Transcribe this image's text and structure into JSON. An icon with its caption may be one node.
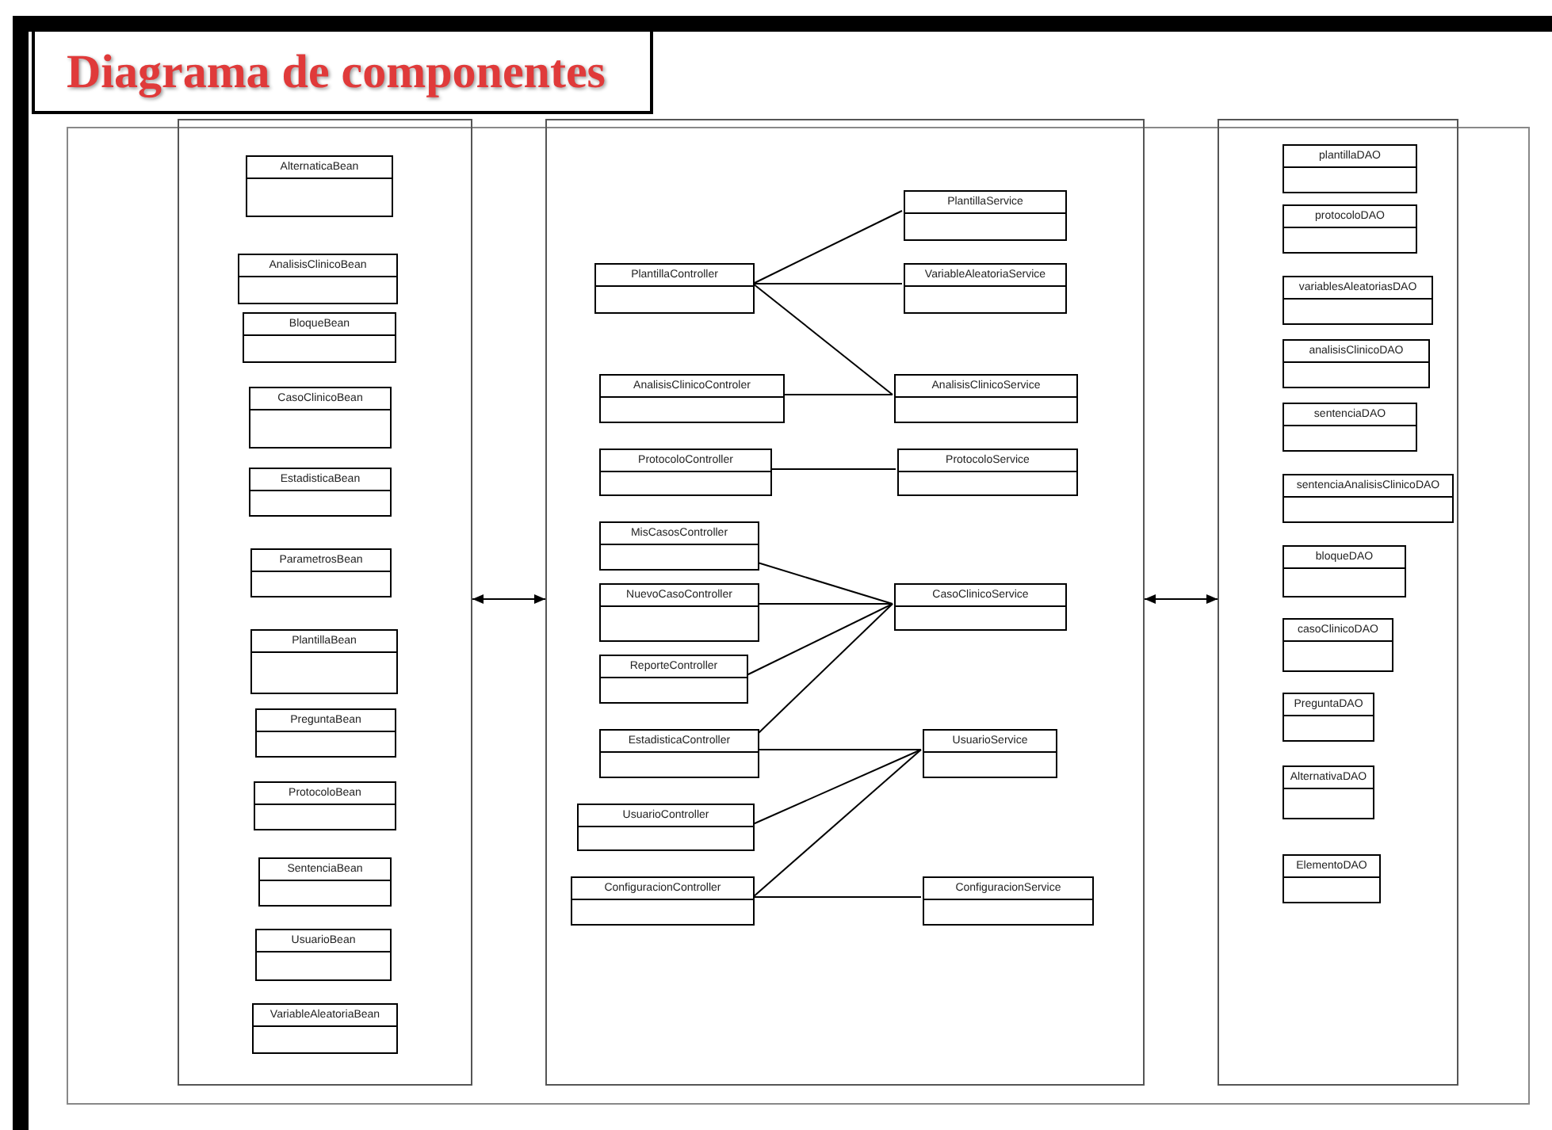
{
  "diagram": {
    "title": "Diagrama de componentes",
    "nodes": [
      {
        "text": [],
        "shape": "box"
      },
      {
        "text": [],
        "shape": "box"
      },
      {
        "text": [],
        "shape": "box"
      },
      {
        "text": [
          "AlternaticaBean"
        ],
        "in": 0
      },
      {
        "text": [
          "AnalisisClinicoBean"
        ],
        "in": 0
      },
      {
        "text": [
          "BloqueBean"
        ],
        "in": 0
      },
      {
        "text": [
          "CasoClinicoBean"
        ],
        "in": 0
      },
      {
        "text": [
          "EstadisticaBean"
        ],
        "in": 0
      },
      {
        "text": [
          "ParametrosBean"
        ],
        "in": 0
      },
      {
        "text": [
          "PlantillaBean"
        ],
        "in": 0
      },
      {
        "text": [
          "PreguntaBean"
        ],
        "in": 0
      },
      {
        "text": [
          "ProtocoloBean"
        ],
        "in": 0
      },
      {
        "text": [
          "SentenciaBean"
        ],
        "in": 0
      },
      {
        "text": [
          "UsuarioBean"
        ],
        "in": 0
      },
      {
        "text": [
          "VariableAleatoriaBean"
        ],
        "in": 0
      },
      {
        "text": [
          "PlantillaService"
        ],
        "in": 1
      },
      {
        "text": [
          "PlantillaController"
        ],
        "in": 1
      },
      {
        "text": [
          "VariableAleatoriaService"
        ],
        "in": 1
      },
      {
        "text": [
          "AnalisisClinicoControler"
        ],
        "in": 1
      },
      {
        "text": [
          "AnalisisClinicoService"
        ],
        "in": 1
      },
      {
        "text": [
          "ProtocoloController"
        ],
        "in": 1
      },
      {
        "text": [
          "ProtocoloService"
        ],
        "in": 1
      },
      {
        "text": [
          "MisCasosController"
        ],
        "in": 1
      },
      {
        "text": [
          "NuevoCasoController"
        ],
        "in": 1
      },
      {
        "text": [
          "CasoClinicoService"
        ],
        "in": 1
      },
      {
        "text": [
          "ReporteController"
        ],
        "in": 1
      },
      {
        "text": [
          "EstadisticaController"
        ],
        "in": 1
      },
      {
        "text": [
          "UsuarioService"
        ],
        "in": 1
      },
      {
        "text": [
          "UsuarioController"
        ],
        "in": 1
      },
      {
        "text": [
          "ConfiguracionController"
        ],
        "in": 1
      },
      {
        "text": [
          "ConfiguracionService"
        ],
        "in": 1
      },
      {
        "text": [
          "plantillaDAO"
        ],
        "in": 2
      },
      {
        "text": [
          "protocoloDAO"
        ],
        "in": 2
      },
      {
        "text": [
          "variablesAleatoriasDAO"
        ],
        "in": 2
      },
      {
        "text": [
          "analisisClinicoDAO"
        ],
        "in": 2
      },
      {
        "text": [
          "sentenciaDAO"
        ],
        "in": 2
      },
      {
        "text": [
          "sentenciaAnalisisClinicoDAO"
        ],
        "in": 2
      },
      {
        "text": [
          "bloqueDAO"
        ],
        "in": 2
      },
      {
        "text": [
          "casoClinicoDAO"
        ],
        "in": 2
      },
      {
        "text": [
          "PreguntaDAO"
        ],
        "in": 2
      },
      {
        "text": [
          "AlternativaDAO"
        ],
        "in": 2
      },
      {
        "text": [
          "ElementoDAO"
        ],
        "in": 2
      }
    ],
    "edges": [
      {
        "from": 0,
        "to": 1,
        "arrow": "both"
      },
      {
        "from": 1,
        "to": 2,
        "arrow": "both"
      },
      {
        "from": 16,
        "to": 15,
        "arrow": "none"
      },
      {
        "from": 16,
        "to": 17,
        "arrow": "none"
      },
      {
        "from": 16,
        "to": 19,
        "arrow": "none"
      },
      {
        "from": 18,
        "to": 19,
        "arrow": "none"
      },
      {
        "from": 20,
        "to": 21,
        "arrow": "none"
      },
      {
        "from": 22,
        "to": 24,
        "arrow": "none"
      },
      {
        "from": 23,
        "to": 24,
        "arrow": "none"
      },
      {
        "from": 25,
        "to": 24,
        "arrow": "none"
      },
      {
        "from": 26,
        "to": 24,
        "arrow": "none"
      },
      {
        "from": 26,
        "to": 27,
        "arrow": "none"
      },
      {
        "from": 28,
        "to": 27,
        "arrow": "none"
      },
      {
        "from": 29,
        "to": 27,
        "arrow": "none"
      },
      {
        "from": 29,
        "to": 30,
        "arrow": "none"
      }
    ]
  }
}
